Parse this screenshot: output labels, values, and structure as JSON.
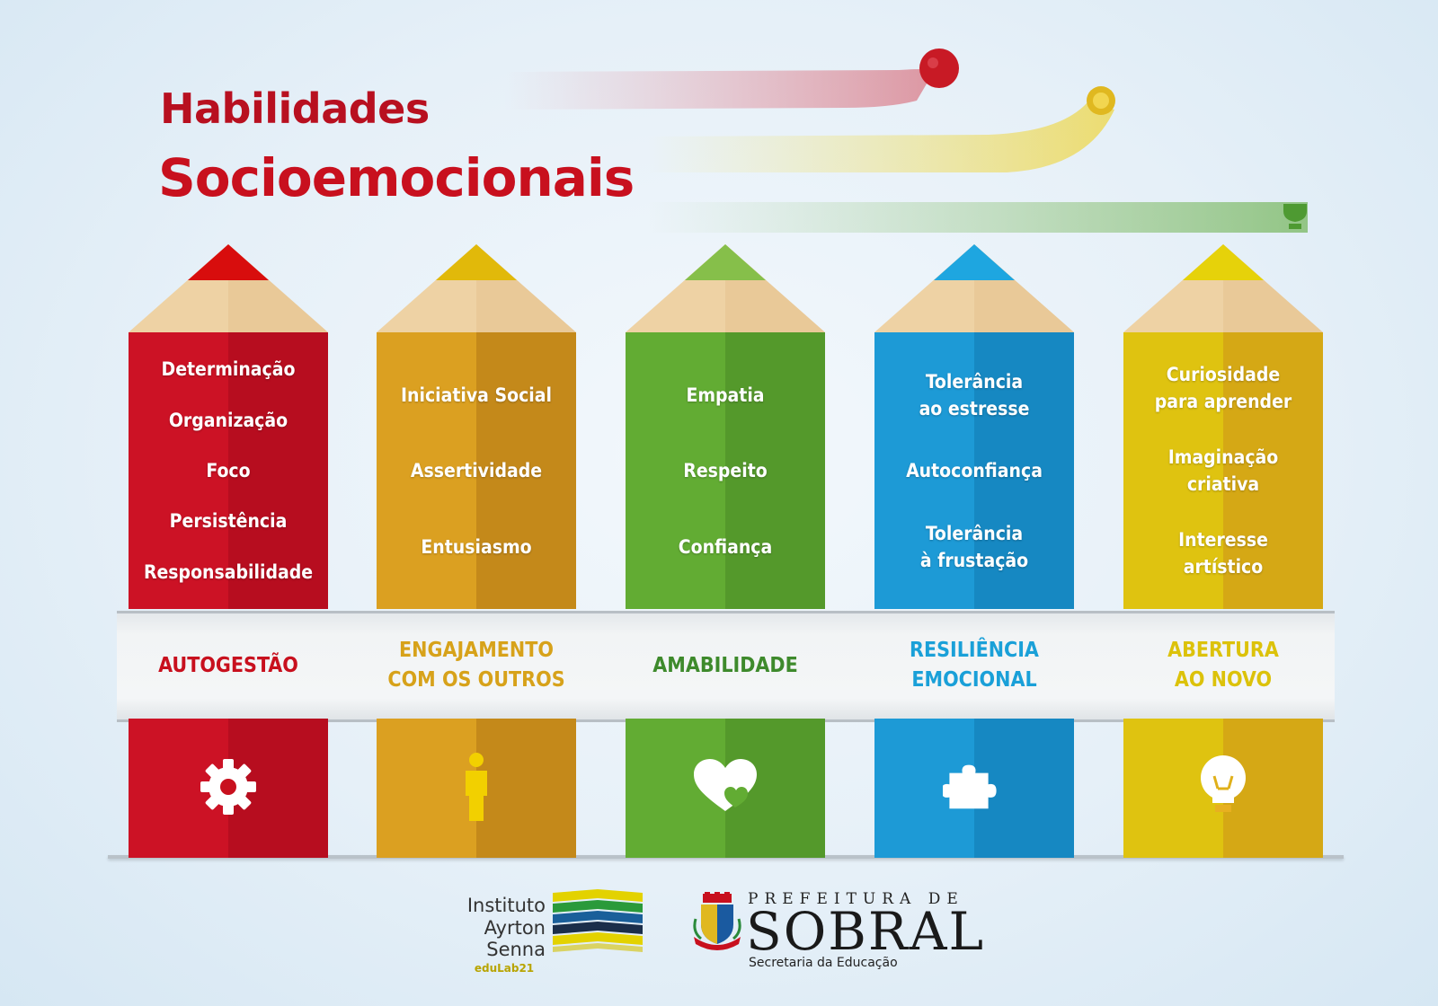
{
  "title": {
    "line1": "Habilidades",
    "line2": "Socioemocionais"
  },
  "pillars": [
    {
      "id": "autogestao",
      "color": "#cc1225",
      "color_dark": "#b70d1f",
      "tip_color": "#d80d0d",
      "label_color": "#c8101e",
      "skills": [
        "Determinação",
        "Organização",
        "Foco",
        "Persistência",
        "Responsabilidade"
      ],
      "label": "AUTOGESTÃO",
      "icon": "gear-icon"
    },
    {
      "id": "engajamento",
      "color": "#dba021",
      "color_dark": "#c4891a",
      "tip_color": "#e1b90a",
      "label_color": "#d7a21a",
      "skills": [
        "Iniciativa Social",
        "Assertividade",
        "Entusiasmo"
      ],
      "label": "ENGAJAMENTO\nCOM OS OUTROS",
      "icon": "person-icon"
    },
    {
      "id": "amabilidade",
      "color": "#62ac33",
      "color_dark": "#54992b",
      "tip_color": "#86bf4a",
      "label_color": "#3e8a2c",
      "skills": [
        "Empatia",
        "Respeito",
        "Confiança"
      ],
      "label": "AMABILIDADE",
      "icon": "heart-icon"
    },
    {
      "id": "resiliencia",
      "color": "#1d9ad6",
      "color_dark": "#1688c2",
      "tip_color": "#1ea6e0",
      "label_color": "#1aa0d8",
      "skills": [
        "Tolerância\nao estresse",
        "Autoconfiança",
        "Tolerância\nà frustação"
      ],
      "label": "RESILIÊNCIA\nEMOCIONAL",
      "icon": "puzzle-icon"
    },
    {
      "id": "abertura",
      "color": "#dfc310",
      "color_dark": "#d5a815",
      "tip_color": "#e6d20a",
      "label_color": "#dcc20a",
      "skills": [
        "Curiosidade\npara aprender",
        "Imaginação\ncriativa",
        "Interesse\nartístico"
      ],
      "label": "ABERTURA\nAO NOVO",
      "icon": "lightbulb-icon"
    }
  ],
  "logos": {
    "instituto": {
      "line1": "Instituto",
      "line2": "Ayrton",
      "line3": "Senna",
      "line4": "eduLab21"
    },
    "prefeitura": {
      "top": "PREFEITURA DE",
      "main": "SOBRAL",
      "sub": "Secretaria da Educação"
    }
  }
}
